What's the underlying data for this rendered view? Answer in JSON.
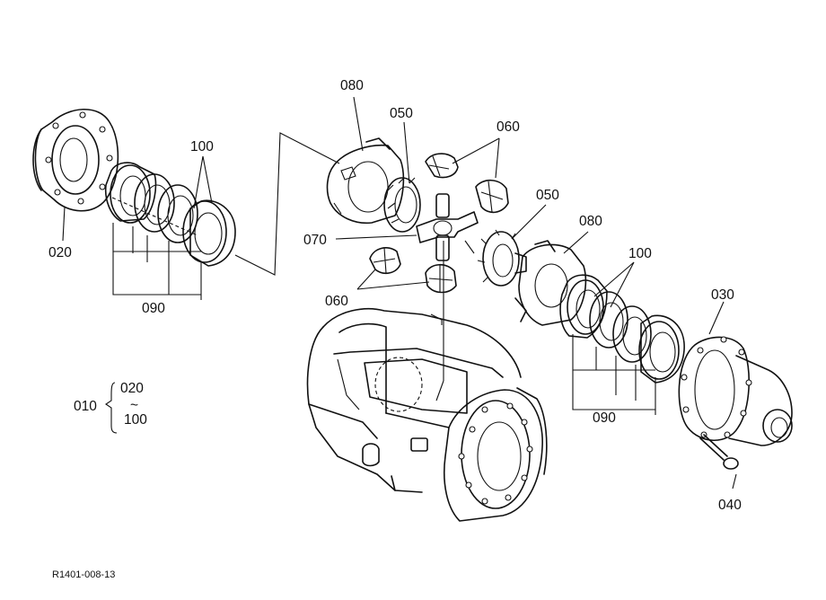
{
  "callouts": {
    "c080_left": "080",
    "c050_left": "050",
    "c060_top": "060",
    "c100_left": "100",
    "c050_right": "050",
    "c080_right": "080",
    "c070": "070",
    "c020": "020",
    "c090_left": "090",
    "c060_bottom": "060",
    "c100_right": "100",
    "c030": "030",
    "c090_right": "090",
    "c040": "040"
  },
  "assembly": {
    "parent": "010",
    "range_start": "020",
    "range_tilde": "~",
    "range_end": "100"
  },
  "drawing_code": "R1401-008-13"
}
